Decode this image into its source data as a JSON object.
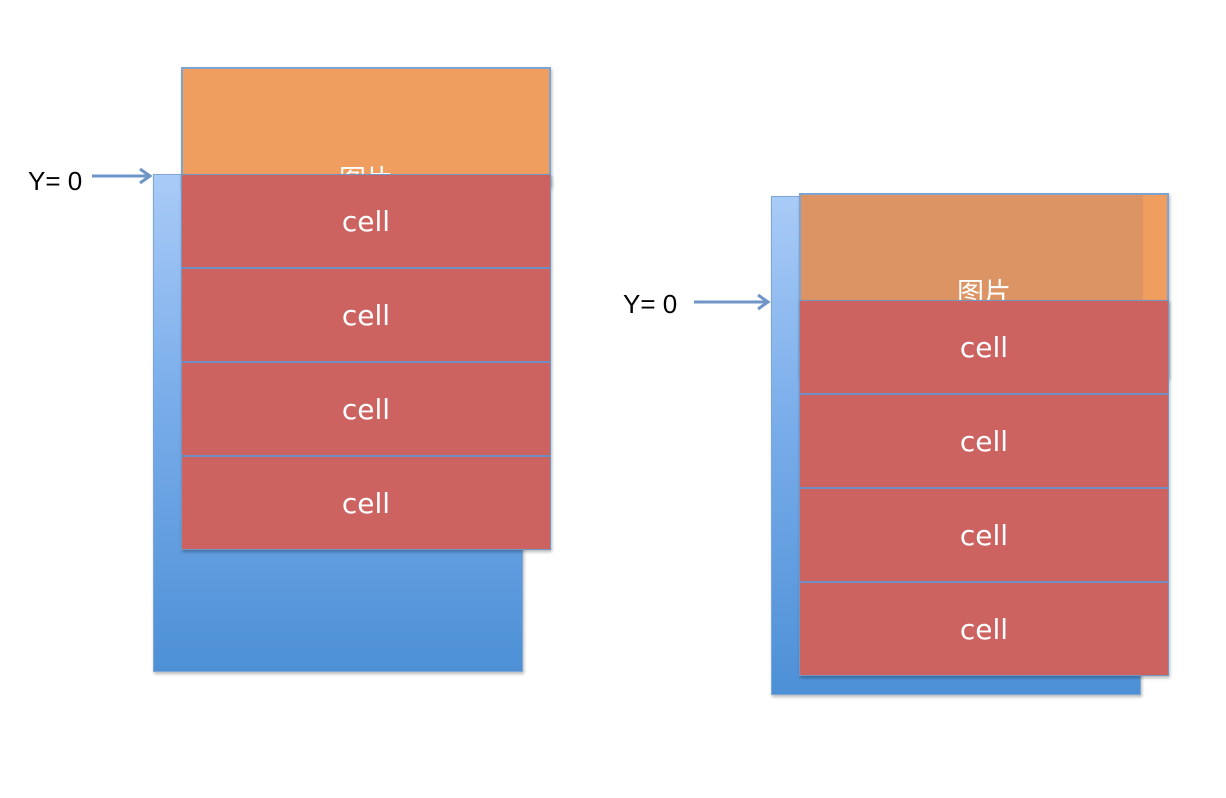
{
  "colors": {
    "image_fill": "#F09E60",
    "cell_fill": "#CC6360",
    "scroll_top": "#A9CBF7",
    "scroll_bottom": "#4D90D6",
    "arrow": "#6F95C8"
  },
  "left": {
    "y_label": "Y= 0",
    "image_label": "图片",
    "cells": [
      "cell",
      "cell",
      "cell",
      "cell"
    ]
  },
  "right": {
    "y_label": "Y= 0",
    "image_label": "图片",
    "cells": [
      "cell",
      "cell",
      "cell",
      "cell"
    ]
  }
}
